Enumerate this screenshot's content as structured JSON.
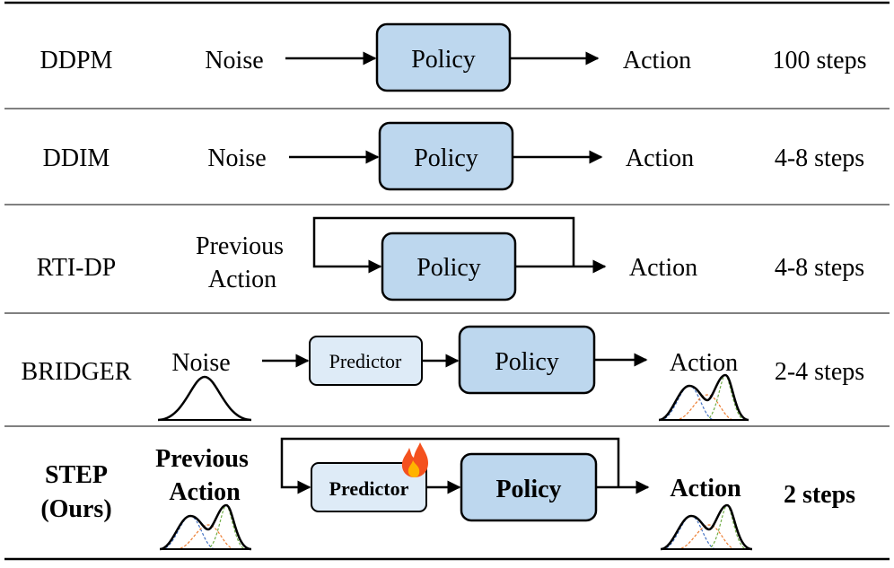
{
  "rows": [
    {
      "method": "DDPM",
      "input": "Noise",
      "block": "Policy",
      "output": "Action",
      "steps": "100 steps"
    },
    {
      "method": "DDIM",
      "input": "Noise",
      "block": "Policy",
      "output": "Action",
      "steps": "4-8 steps"
    },
    {
      "method": "RTI-DP",
      "input_line1": "Previous",
      "input_line2": "Action",
      "block": "Policy",
      "output": "Action",
      "steps": "4-8 steps"
    },
    {
      "method": "BRIDGER",
      "input": "Noise",
      "predictor": "Predictor",
      "block": "Policy",
      "output": "Action",
      "steps": "2-4 steps"
    },
    {
      "method_line1": "STEP",
      "method_line2": "(Ours)",
      "input_line1": "Previous",
      "input_line2": "Action",
      "predictor": "Predictor",
      "block": "Policy",
      "output": "Action",
      "steps": "2 steps"
    }
  ],
  "colors": {
    "policy_fill": "#bdd7ee",
    "predictor_fill": "#deebf7",
    "flame": "#f4511e"
  },
  "icons": {
    "fire": "fire-icon"
  }
}
